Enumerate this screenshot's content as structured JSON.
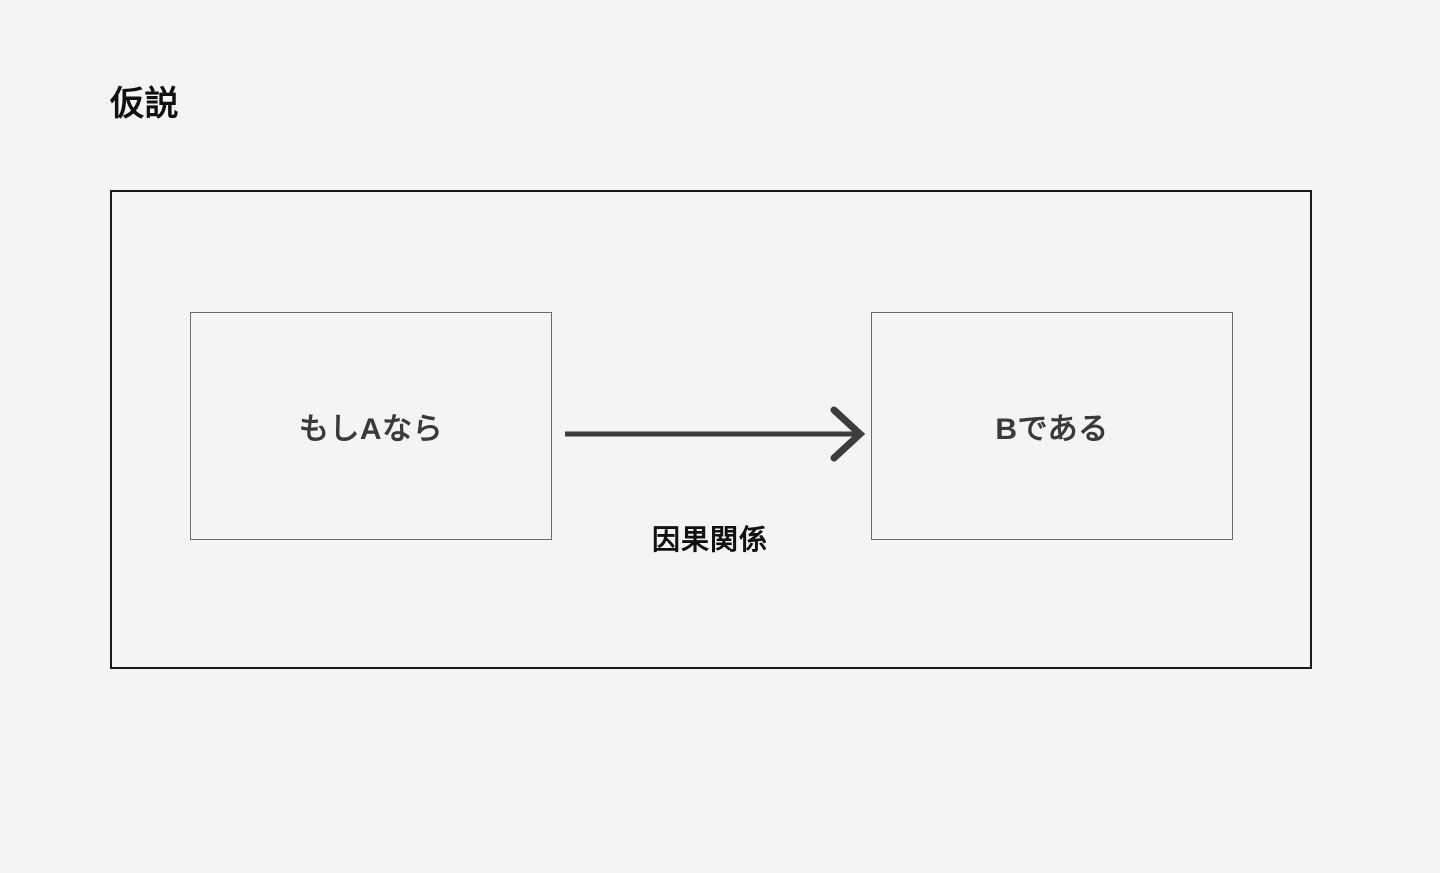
{
  "page": {
    "background_color": "#f4f4f5",
    "title": "仮説"
  },
  "diagram": {
    "type": "flow",
    "frame": {
      "border_color": "#1a1a1a",
      "background_color": "#f4f4f5"
    },
    "nodes": [
      {
        "id": "antecedent",
        "label": "もしAなら",
        "border_color": "#6b6b6b",
        "fill_color": "#f4f4f4",
        "text_color": "#3a3a3a"
      },
      {
        "id": "consequent",
        "label": "Bである",
        "border_color": "#6b6b6b",
        "fill_color": "#f4f4f4",
        "text_color": "#3a3a3a"
      }
    ],
    "edges": [
      {
        "from": "antecedent",
        "to": "consequent",
        "label": "因果関係",
        "color": "#3d3d3d",
        "arrowhead": "open-chevron",
        "direction": "right"
      }
    ]
  }
}
